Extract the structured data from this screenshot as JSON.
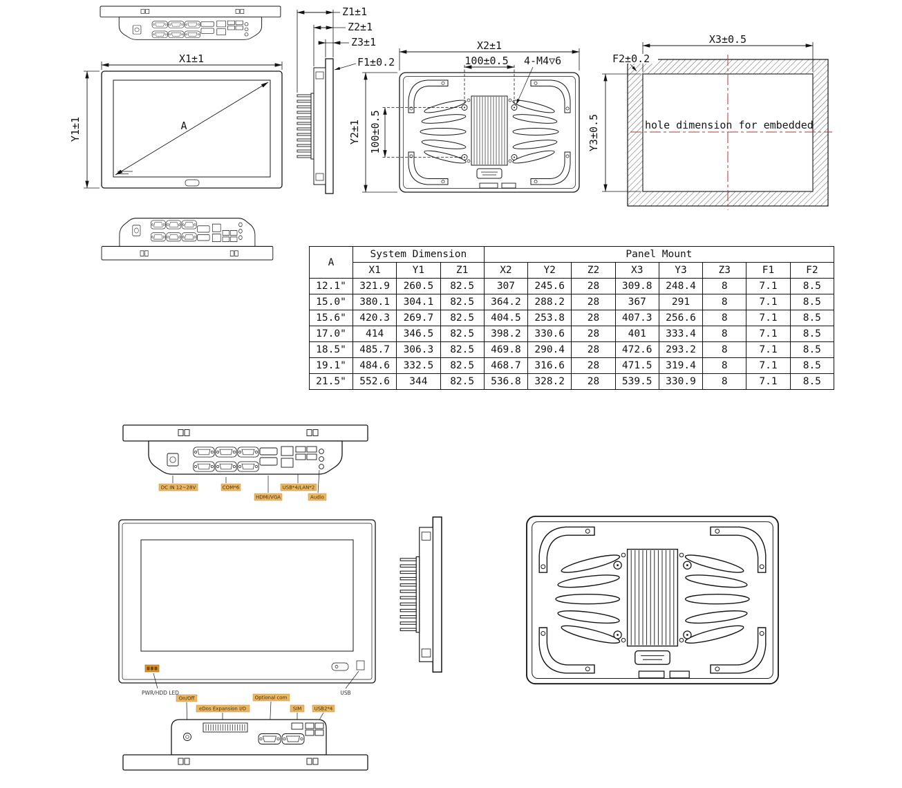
{
  "drawing": {
    "line_color": "#141414",
    "accent_red": "#b23333",
    "label_orange": "#e9b765"
  },
  "dims": {
    "x1": "X1±1",
    "y1": "Y1±1",
    "z1": "Z1±1",
    "z2": "Z2±1",
    "z3": "Z3±1",
    "f1": "F1±0.2",
    "x2": "X2±1",
    "y2": "Y2±1",
    "vesa_h": "100±0.5",
    "vesa_v": "100±0.5",
    "screw": "4-M4▽6",
    "x3": "X3±0.5",
    "y3": "Y3±0.5",
    "f2": "F2±0.2",
    "diag": "A",
    "embedded_note": "hole dimension for embedded"
  },
  "table": {
    "corner": "A",
    "groups": [
      {
        "label": "System Dimension",
        "span": 3
      },
      {
        "label": "Panel Mount",
        "span": 8
      }
    ],
    "columns": [
      "X1",
      "Y1",
      "Z1",
      "X2",
      "Y2",
      "Z2",
      "X3",
      "Y3",
      "Z3",
      "F1",
      "F2"
    ],
    "rows": [
      {
        "size": "12.1\"",
        "values": [
          "321.9",
          "260.5",
          "82.5",
          "307",
          "245.6",
          "28",
          "309.8",
          "248.4",
          "8",
          "7.1",
          "8.5"
        ]
      },
      {
        "size": "15.0\"",
        "values": [
          "380.1",
          "304.1",
          "82.5",
          "364.2",
          "288.2",
          "28",
          "367",
          "291",
          "8",
          "7.1",
          "8.5"
        ]
      },
      {
        "size": "15.6\"",
        "values": [
          "420.3",
          "269.7",
          "82.5",
          "404.5",
          "253.8",
          "28",
          "407.3",
          "256.6",
          "8",
          "7.1",
          "8.5"
        ]
      },
      {
        "size": "17.0\"",
        "values": [
          "414",
          "346.5",
          "82.5",
          "398.2",
          "330.6",
          "28",
          "401",
          "333.4",
          "8",
          "7.1",
          "8.5"
        ]
      },
      {
        "size": "18.5\"",
        "values": [
          "485.7",
          "306.3",
          "82.5",
          "469.8",
          "290.4",
          "28",
          "472.6",
          "293.2",
          "8",
          "7.1",
          "8.5"
        ]
      },
      {
        "size": "19.1\"",
        "values": [
          "484.6",
          "332.5",
          "82.5",
          "468.7",
          "316.6",
          "28",
          "471.5",
          "319.4",
          "8",
          "7.1",
          "8.5"
        ]
      },
      {
        "size": "21.5\"",
        "values": [
          "552.6",
          "344",
          "82.5",
          "536.8",
          "328.2",
          "28",
          "539.5",
          "330.9",
          "8",
          "7.1",
          "8.5"
        ]
      }
    ]
  },
  "io_labels": {
    "dc": "DC IN 12~28V",
    "com": "COM*6",
    "hdmi_vga": "HDMI/VGA",
    "usb_lan": "USB*4/LAN*2",
    "audio": "Audio"
  },
  "front_labels": {
    "pwr_led": "PWR/HDD LED",
    "usb": "USB"
  },
  "top_labels": {
    "onoff": "On/Off",
    "expansion": "eDos Expansion I/O",
    "optional_com": "Optional com",
    "sim": "SIM",
    "usb2": "USB2*4"
  }
}
